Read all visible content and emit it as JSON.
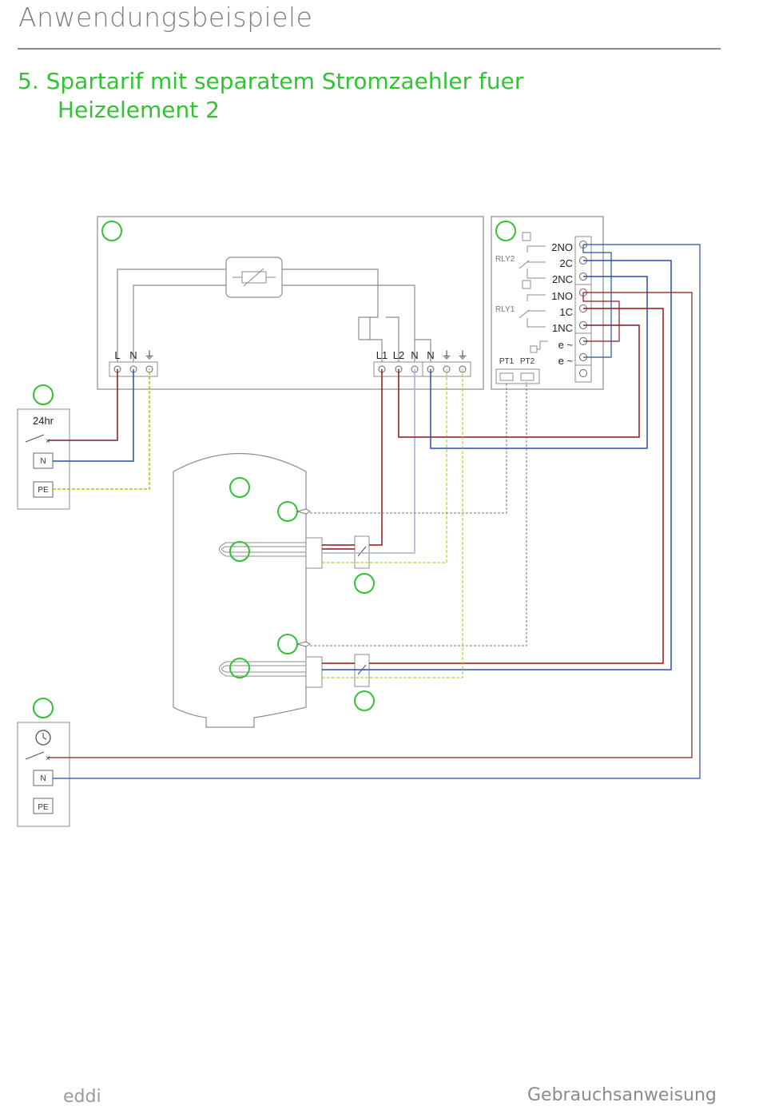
{
  "page": {
    "header": "Anwendungsbeispiele",
    "title_line1": "5. Spartarif mit separatem Stromzaehler fuer",
    "title_line2": "Heizelement 2",
    "brand": "eddi",
    "footer": "Gebrauchsanweisung"
  },
  "eddi_unit": {
    "supply_terminals": [
      "L",
      "N",
      "⏚"
    ],
    "output_terminals": [
      "L1",
      "L2",
      "N",
      "N",
      "⏚",
      "⏚"
    ]
  },
  "relay_board": {
    "relay_labels": [
      "RLY2",
      "RLY1"
    ],
    "terminals": [
      "2NO",
      "2C",
      "2NC",
      "1NO",
      "1C",
      "1NC",
      "e ~",
      "e ~"
    ],
    "sensor_labels": [
      "PT1",
      "PT2"
    ]
  },
  "supply_24hr": {
    "label": "24hr",
    "terminals": [
      "N",
      "PE"
    ]
  },
  "supply_timed": {
    "icon": "clock-icon",
    "terminals": [
      "N",
      "PE"
    ]
  },
  "colors": {
    "live": "#8b1a1a",
    "neutral": "#2a4fa8",
    "neutral_light": "#9fb0e0",
    "earth": "#8fd400",
    "sensor": "#777777",
    "marker": "#33c234",
    "outline": "#8c8c8c"
  }
}
